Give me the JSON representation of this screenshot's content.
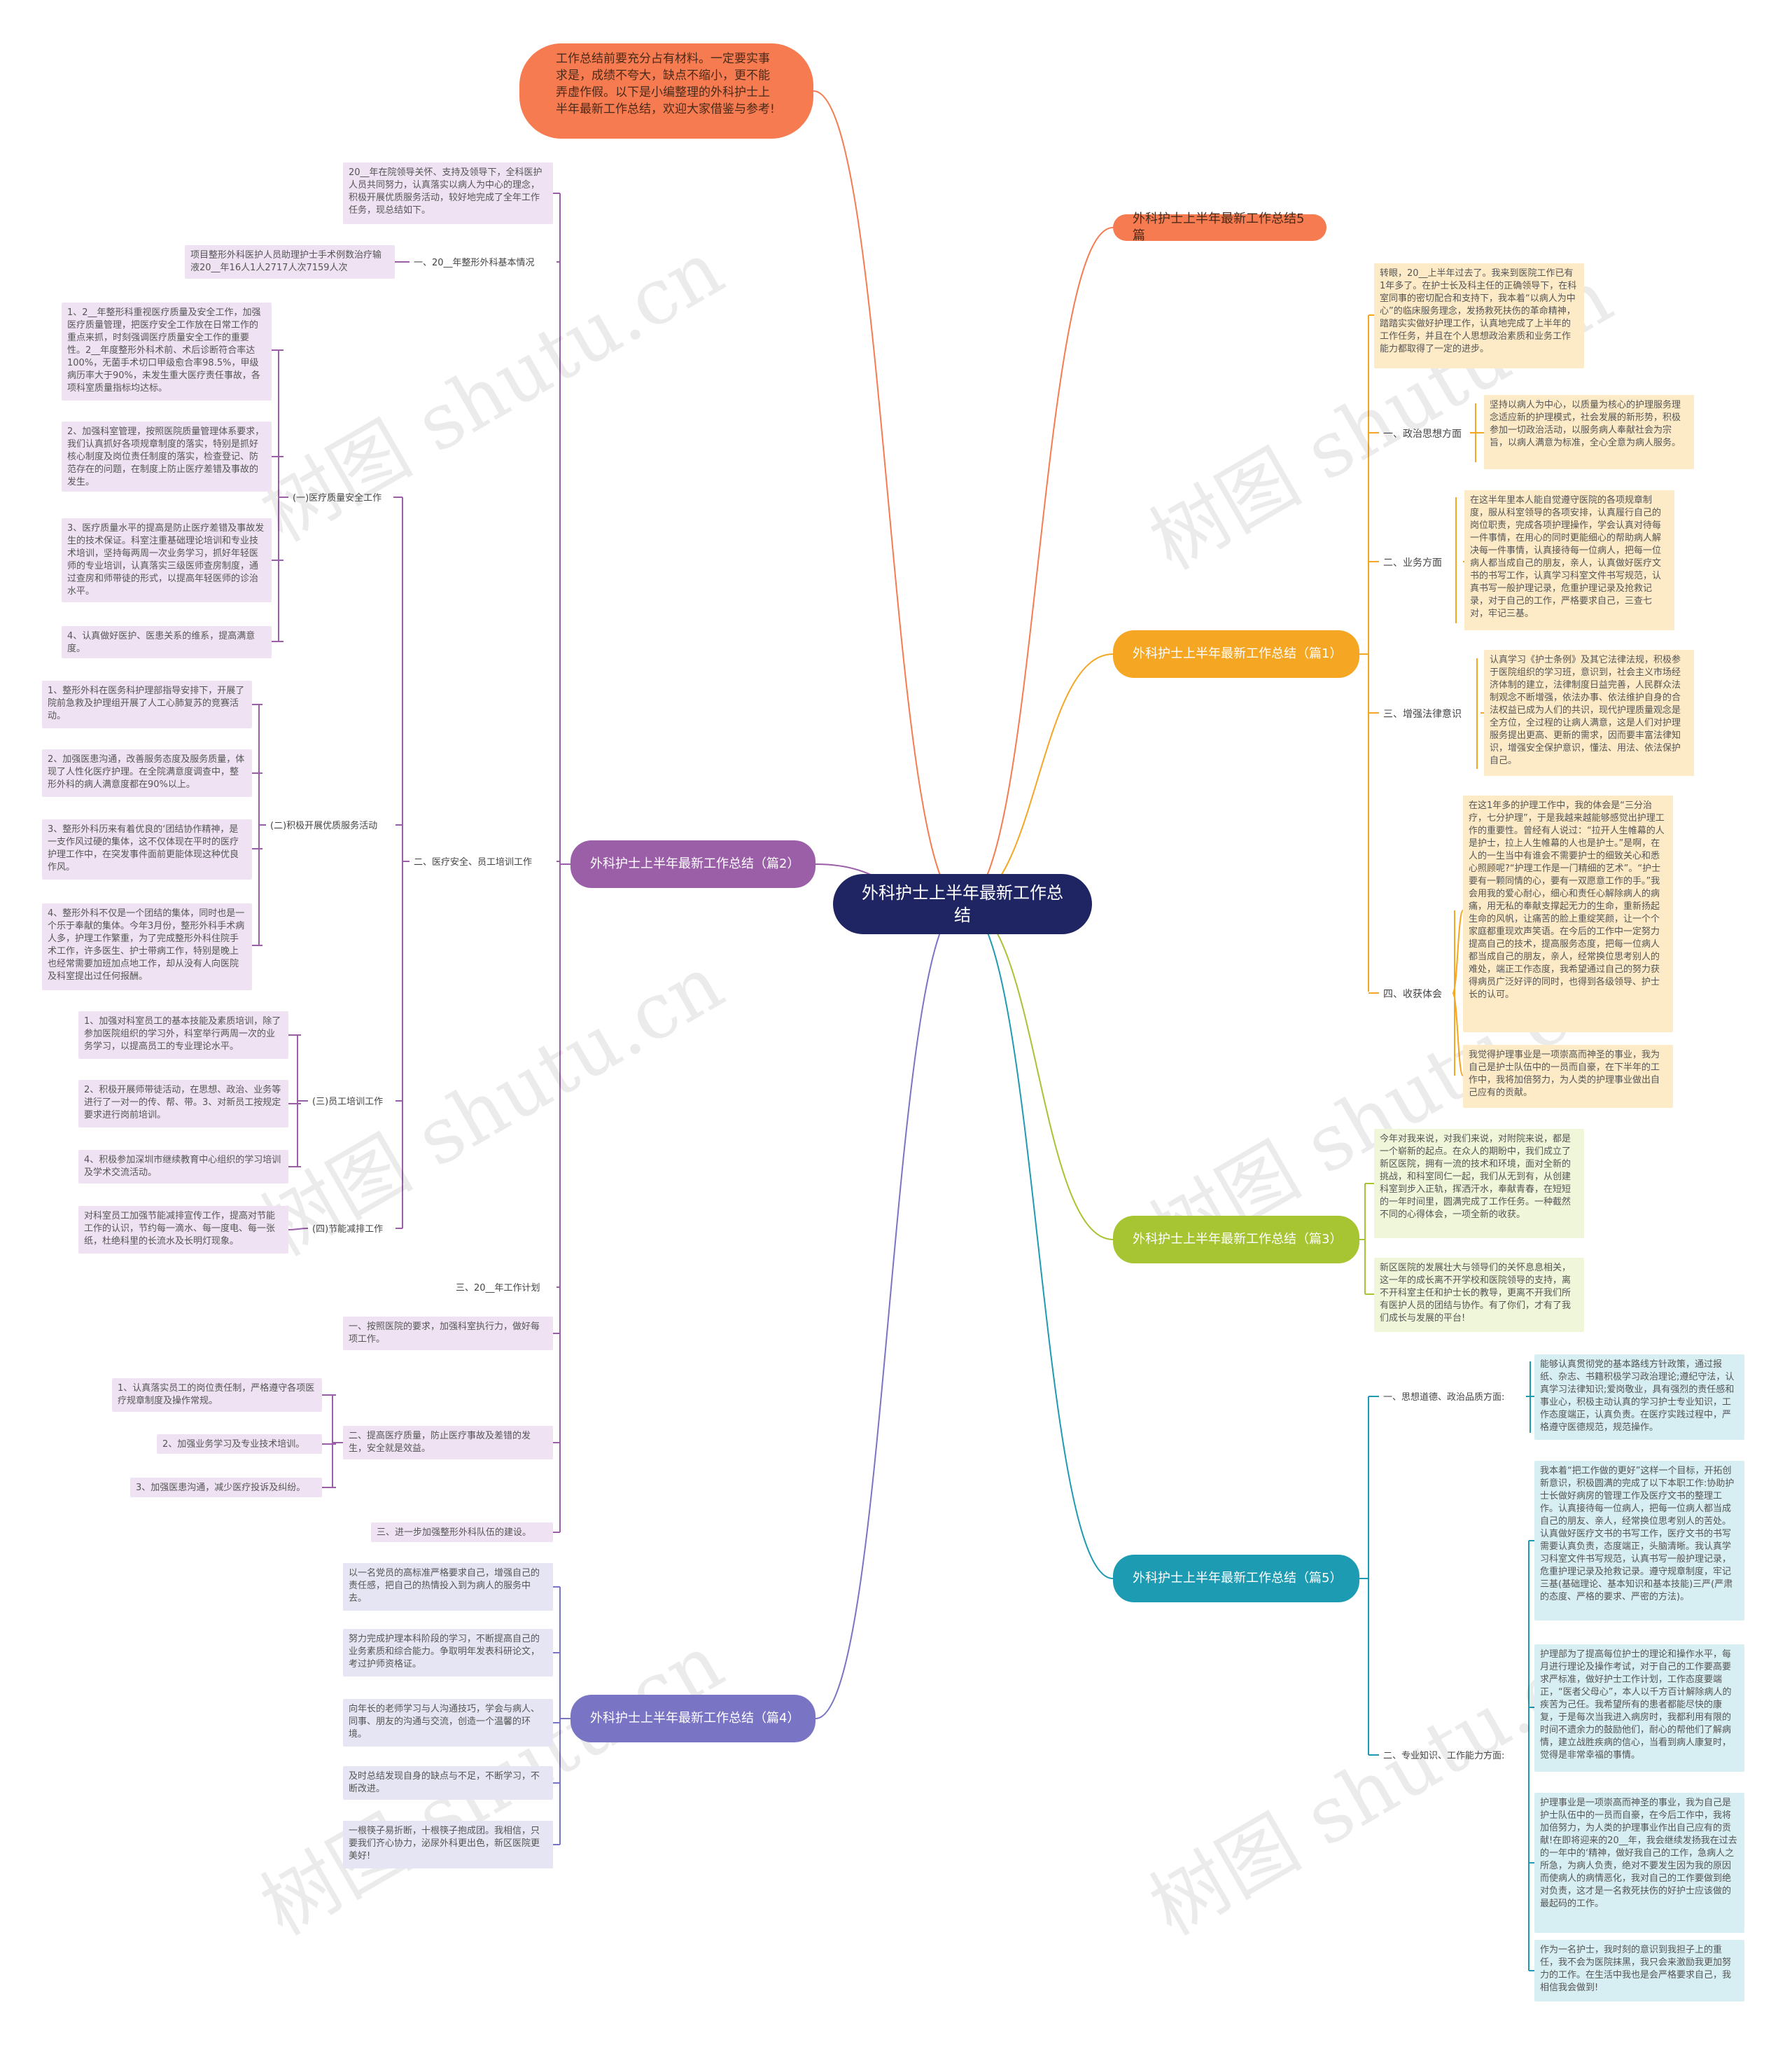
{
  "root": "外科护士上半年最新工作总结",
  "intro": "工作总结前要充分占有材料。一定要实事求是，成绩不夸大，缺点不缩小，更不能弄虚作假。以下是小编整理的外科护士上半年最新工作总结，欢迎大家借鉴与参考!",
  "watermark": "树图 shutu.cn",
  "colors": {
    "root": "#1f2563",
    "intro": "#f77b50",
    "b0": "#f77b50",
    "b1": "#f5a623",
    "b2": "#9b5fa8",
    "b3": "#a7c432",
    "b4": "#7a74c4",
    "b5": "#1d9bb3"
  },
  "branches": {
    "b0": "外科护士上半年最新工作总结5篇",
    "b1": "外科护士上半年最新工作总结（篇1）",
    "b2": "外科护士上半年最新工作总结（篇2）",
    "b3": "外科护士上半年最新工作总结（篇3）",
    "b4": "外科护士上半年最新工作总结（篇4）",
    "b5": "外科护士上半年最新工作总结（篇5）"
  },
  "p1": {
    "lead": "转眼，20__上半年过去了。我来到医院工作已有1年多了。在护士长及科主任的正确领导下，在科室同事的密切配合和支持下，我本着“以病人为中心”的临床服务理念，发扬救死扶伤的革命精神，踏踏实实做好护理工作，认真地完成了上半年的工作任务，并且在个人思想政治素质和业务工作能力都取得了一定的进步。",
    "s1": "一、政治思想方面",
    "s1t": "坚持以病人为中心，以质量为核心的护理服务理念适应新的护理模式，社会发展的新形势，积极参加一切政治活动，以服务病人奉献社会为宗旨，以病人满意为标准，全心全意为病人服务。",
    "s2": "二、业务方面",
    "s2t": "在这半年里本人能自觉遵守医院的各项规章制度，服从科室领导的各项安排，认真履行自己的岗位职责，完成各项护理操作，学会认真对待每一件事情，在用心的同时更能细心的帮助病人解决每一件事情，认真接待每一位病人，把每一位病人都当成自己的朋友，亲人，认真做好医疗文书的书写工作，认真学习科室文件书写规范，认真书写一般护理记录，危重护理记录及抢救记录，对于自己的工作，严格要求自己，三查七对，牢记三基。",
    "s3": "三、增强法律意识",
    "s3t": "认真学习《护士条例》及其它法律法规，积极参于医院组织的学习班，意识到，社会主义市场经济体制的建立，法律制度日益完善，人民群众法制观念不断增强，依法办事、依法维护自身的合法权益已成为人们的共识，现代护理质量观念是全方位，全过程的让病人满意，这是人们对护理服务提出更高、更新的需求，因而要丰富法律知识，增强安全保护意识，懂法、用法、依法保护自己。",
    "s4": "四、收获体会",
    "s4a": "在这1年多的护理工作中，我的体会是“三分治疗，七分护理”，于是我越来越能够感觉出护理工作的重要性。曾经有人说过：“拉开人生帷幕的人是护士，拉上人生帷幕的人也是护士。”是啊，在人的一生当中有谁会不需要护士的细致关心和悉心照顾呢?“护理工作是一门精细的艺术”。“护士要有一颗同情的心，要有一双愿意工作的手。”我会用我的爱心耐心，细心和责任心解除病人的病痛，用无私的奉献支撑起无力的生命，重新扬起生命的风帆，让痛苦的脸上重绽笑颜，让一个个家庭都重现欢声笑语。在今后的工作中一定努力提高自己的技术，提高服务态度，把每一位病人都当成自己的朋友，亲人，经常换位思考别人的难处，端正工作态度，我希望通过自己的努力获得病员广泛好评的同时，也得到各级领导、护士长的认可。",
    "s4b": "我觉得护理事业是一项崇高而神圣的事业，我为自己是护士队伍中的一员而自豪，在下半年的工作中，我将加倍努力，为人类的护理事业做出自己应有的贡献。"
  },
  "p2": {
    "t0": "20__年在院领导关怀、支持及领导下，全科医护人员共同努力，认真落实以病人为中心的理念，积极开展优质服务活动，较好地完成了全年工作任务，现总结如下。",
    "s1": "一、20__年整形外科基本情况",
    "s1t": "项目整形外科医护人员助理护士手术例数治疗输液20__年16人1人2717人次7159人次",
    "s2": "二、医疗安全、员工培训工作",
    "g1": "(一)医疗质量安全工作",
    "g1a": "1、2__年整形科重视医疗质量及安全工作，加强医疗质量管理，把医疗安全工作放在日常工作的重点来抓，时刻强调医疗质量安全工作的重要性。2__年度整形外科术前、术后诊断符合率达100%，无菌手术切口甲级愈合率98.5%，甲级病历率大于90%，未发生重大医疗责任事故，各项科室质量指标均达标。",
    "g1b": "2、加强科室管理，按照医院质量管理体系要求，我们认真抓好各项规章制度的落实，特别是抓好核心制度及岗位责任制度的落实，检查登记、防范存在的问题，在制度上防止医疗差错及事故的发生。",
    "g1c": "3、医疗质量水平的提高是防止医疗差错及事故发生的技术保证。科室注重基础理论培训和专业技术培训，坚持每两周一次业务学习，抓好年轻医师的专业培训，认真落实三级医师查房制度，通过查房和师带徒的形式，以提高年轻医师的诊治水平。",
    "g1d": "4、认真做好医护、医患关系的维系，提高满意度。",
    "g2": "(二)积极开展优质服务活动",
    "g2a": "1、整形外科在医务科护理部指导安排下，开展了院前急救及护理组开展了人工心肺复苏的竞赛活动。",
    "g2b": "2、加强医患沟通，改善服务态度及服务质量，体现了人性化医疗护理。在全院满意度调查中，整形外科的病人满意度都在90%以上。",
    "g2c": "3、整形外科历来有着优良的‘团结协作精神，是一支作风过硬的集体，这不仅体现在平时的医疗护理工作中，在突发事件面前更能体现这种优良作风。",
    "g2d": "4、整形外科不仅是一个团结的集体，同时也是一个乐于奉献的集体。今年3月份，整形外科手术病人多，护理工作繁重，为了完成整形外科住院手术工作，许多医生、护士带病工作，特别是晚上也经常需要加班加点地工作，却从没有人向医院及科室提出过任何报酬。",
    "g3": "(三)员工培训工作",
    "g3a": "1、加强对科室员工的基本技能及素质培训，除了参加医院组织的学习外，科室举行两周一次的业务学习，以提高员工的专业理论水平。",
    "g3b": "2、积极开展师带徒活动，在思想、政治、业务等进行了一对一的传、帮、带。3、对新员工按规定要求进行岗前培训。",
    "g3c": "4、积极参加深圳市继续教育中心组织的学习培训及学术交流活动。",
    "g4": "(四)节能减排工作",
    "g4a": "对科室员工加强节能减排宣传工作，提高对节能工作的认识，节约每一滴水、每一度电、每一张纸，杜绝科里的长流水及长明灯现象。",
    "s3": "三、20__年工作计划",
    "s3a": "一、按照医院的要求，加强科室执行力，做好每项工作。",
    "s3b": "二、提高医疗质量，防止医疗事故及差错的发生，安全就是效益。",
    "s3b1": "1、认真落实员工的岗位责任制，严格遵守各项医疗规章制度及操作常规。",
    "s3b2": "2、加强业务学习及专业技术培训。",
    "s3b3": "3、加强医患沟通，减少医疗投诉及纠纷。",
    "s3c": "三、进一步加强整形外科队伍的建设。"
  },
  "p3": {
    "a": "今年对我来说，对我们来说，对附院来说，都是一个崭新的起点。在众人的期盼中，我们成立了新区医院，拥有一流的技术和环境，面对全新的挑战，和科室同仁一起，我们从无到有，从创建科室到步入正轨，挥洒汗水，奉献青春，在短短的一年时间里，圆满完成了工作任务。一种截然不同的心得体会，一项全新的收获。",
    "b": "新区医院的发展壮大与领导们的关怀息息相关，这一年的成长离不开学校和医院领导的支持，离不开科室主任和护士长的教导，更离不开我们所有医护人员的团结与协作。有了你们，才有了我们成长与发展的平台!"
  },
  "p4": {
    "a": "以一名党员的高标准严格要求自己，增强自己的责任感，把自己的热情投入到为病人的服务中去。",
    "b": "努力完成护理本科阶段的学习，不断提高自己的业务素质和综合能力。争取明年发表科研论文，考过护师资格证。",
    "c": "向年长的老师学习与人沟通技巧，学会与病人、同事、朋友的沟通与交流，创造一个温馨的环境。",
    "d": "及时总结发现自身的缺点与不足，不断学习，不断改进。",
    "e": "一根筷子易折断，十根筷子抱成团。我相信，只要我们齐心协力，泌尿外科更出色，新区医院更美好!"
  },
  "p5": {
    "s1": "一、思想道德、政治品质方面:",
    "s1t": "能够认真贯彻党的基本路线方针政策，通过报纸、杂志、书籍积极学习政治理论;遵纪守法，认真学习法律知识;爱岗敬业，具有强烈的责任感和事业心，积极主动认真的学习护士专业知识，工作态度端正，认真负责。在医疗实践过程中，严格遵守医德规范，规范操作。",
    "s2": "二、专业知识、工作能力方面:",
    "s2a": "我本着“把工作做的更好”这样一个目标，开拓创新意识，积极圆满的完成了以下本职工作:协助护士长做好病房的管理工作及医疗文书的整理工作。认真接待每一位病人，把每一位病人都当成自己的朋友、亲人，经常换位思考别人的苦处。认真做好医疗文书的书写工作，医疗文书的书写需要认真负责，态度端正，头脑清晰。我认真学习科室文件书写规范，认真书写一般护理记录，危重护理记录及抢救记录。遵守规章制度，牢记三基(基础理论、基本知识和基本技能)三严(严肃的态度、严格的要求、严密的方法)。",
    "s2b": "护理部为了提高每位护士的理论和操作水平，每月进行理论及操作考试，对于自己的工作要高要求严标准，做好护士工作计划，工作态度要端正，“医者父母心”，本人以千方百计解除病人的疾苦为己任。我希望所有的患者都能尽快的康复，于是每次当我进入病房时，我都利用有限的时间不遗余力的鼓励他们，耐心的帮他们了解病情，建立战胜疾病的信心，当看到病人康复时，觉得是非常幸福的事情。",
    "s2c": "护理事业是一项崇高而神圣的事业，我为自己是护士队伍中的一员而自豪，在今后工作中，我将加倍努力，为人类的护理事业作出自己应有的贡献!在即将迎来的20__年，我会继续发扬我在过去的一年中的‘精神，做好我自己的工作，急病人之所急，为病人负责，绝对不要发生因为我的原因而使病人的病情恶化，我对自己的工作要做到绝对负责，这才是一名救死扶伤的好护士应该做的最起码的工作。",
    "s2d": "作为一名护士，我时刻的意识到我担子上的重任，我不会为医院抹黑，我只会来激励我更加努力的工作。在生活中我也是会严格要求自己，我相信我会做到!"
  }
}
